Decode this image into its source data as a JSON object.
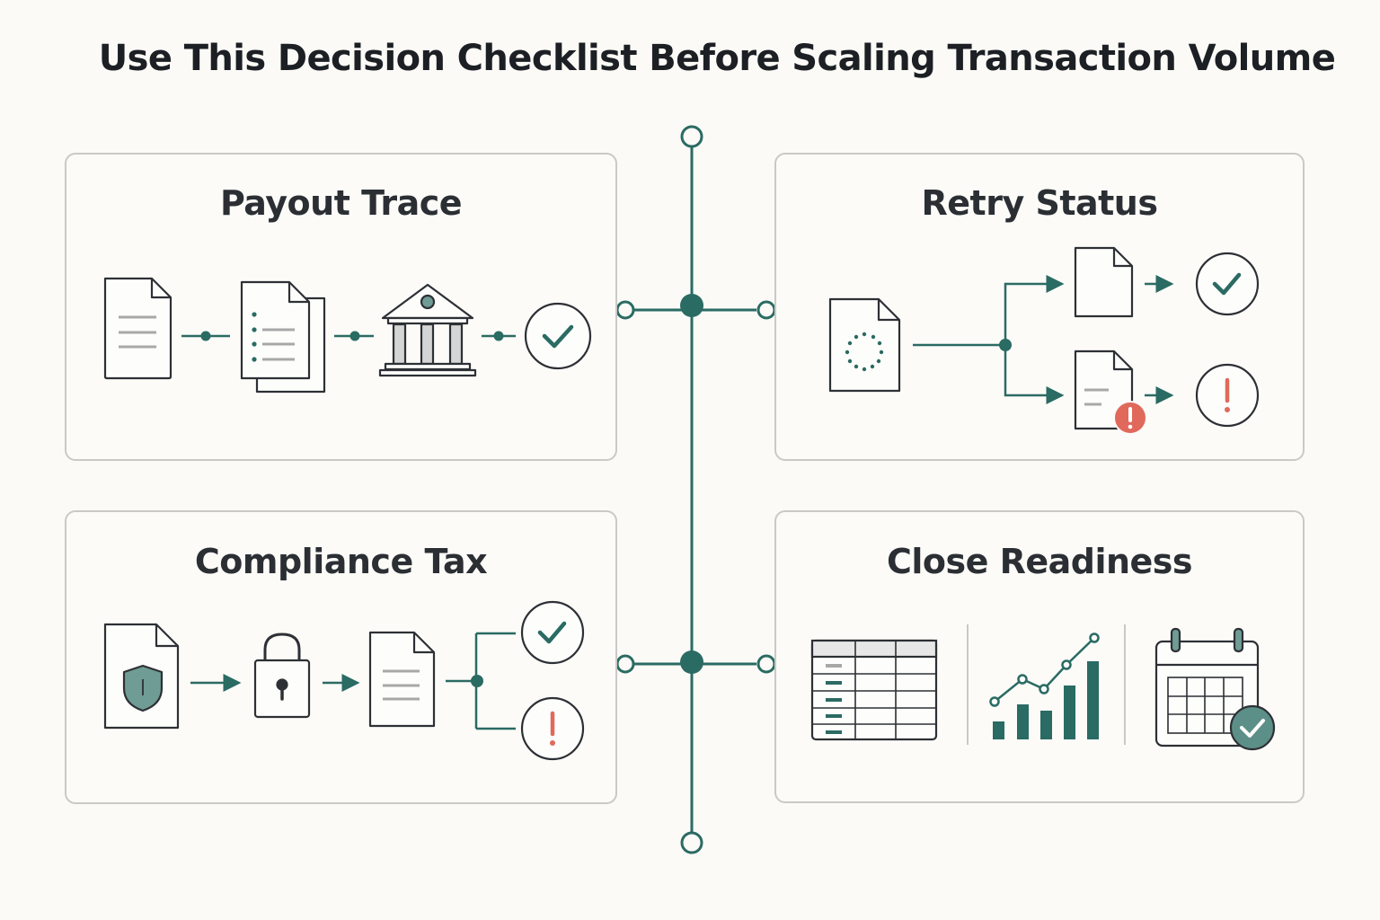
{
  "title": "Use This Decision Checklist Before Scaling Transaction Volume",
  "colors": {
    "accent": "#2a6b63",
    "alert": "#e0695c",
    "border": "#c9c9c6",
    "ink": "#2b2f34"
  },
  "cards": [
    {
      "title": "Payout Trace",
      "icons": [
        "document-icon",
        "document-list-icon",
        "bank-icon",
        "check-circle-icon"
      ]
    },
    {
      "title": "Retry Status",
      "icons": [
        "document-loading-icon",
        "document-icon",
        "check-circle-icon",
        "document-error-icon",
        "alert-circle-icon"
      ]
    },
    {
      "title": "Compliance Tax",
      "icons": [
        "shield-document-icon",
        "lock-icon",
        "document-icon",
        "check-circle-icon",
        "alert-circle-icon"
      ]
    },
    {
      "title": "Close Readiness",
      "icons": [
        "table-icon",
        "bar-chart-icon",
        "calendar-check-icon"
      ]
    }
  ]
}
